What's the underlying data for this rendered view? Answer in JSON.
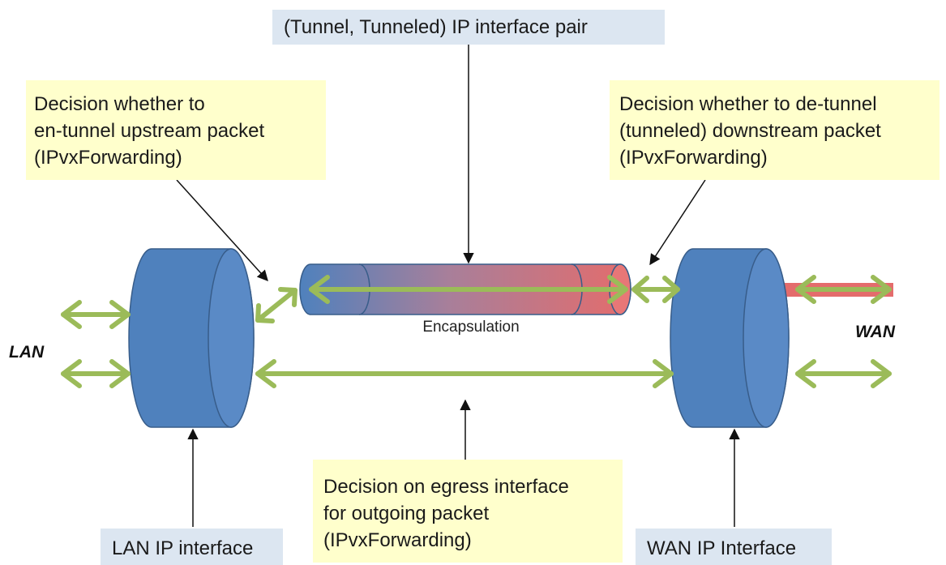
{
  "labels": {
    "tunnel_pair": "(Tunnel, Tunneled) IP interface pair",
    "entunnel_decision": [
      "Decision whether to",
      "en-tunnel upstream packet",
      "(IPvxForwarding)"
    ],
    "detunnel_decision": [
      "Decision whether to de-tunnel",
      "(tunneled) downstream packet",
      "(IPvxForwarding)"
    ],
    "egress_decision": [
      "Decision on egress interface",
      "for outgoing packet",
      "(IPvxForwarding)"
    ],
    "lan_ip_interface": "LAN IP interface",
    "wan_ip_interface": "WAN IP Interface",
    "encapsulation": "Encapsulation",
    "lan": "LAN",
    "wan": "WAN"
  },
  "colors": {
    "cylinder_fill": "#4f81bd",
    "cylinder_stroke": "#385d8a",
    "arrow_green": "#9bbb59",
    "tunnel_red": "#e46c6c",
    "label_box_blue": "#dce6f1",
    "label_box_yellow": "#ffffcc"
  }
}
